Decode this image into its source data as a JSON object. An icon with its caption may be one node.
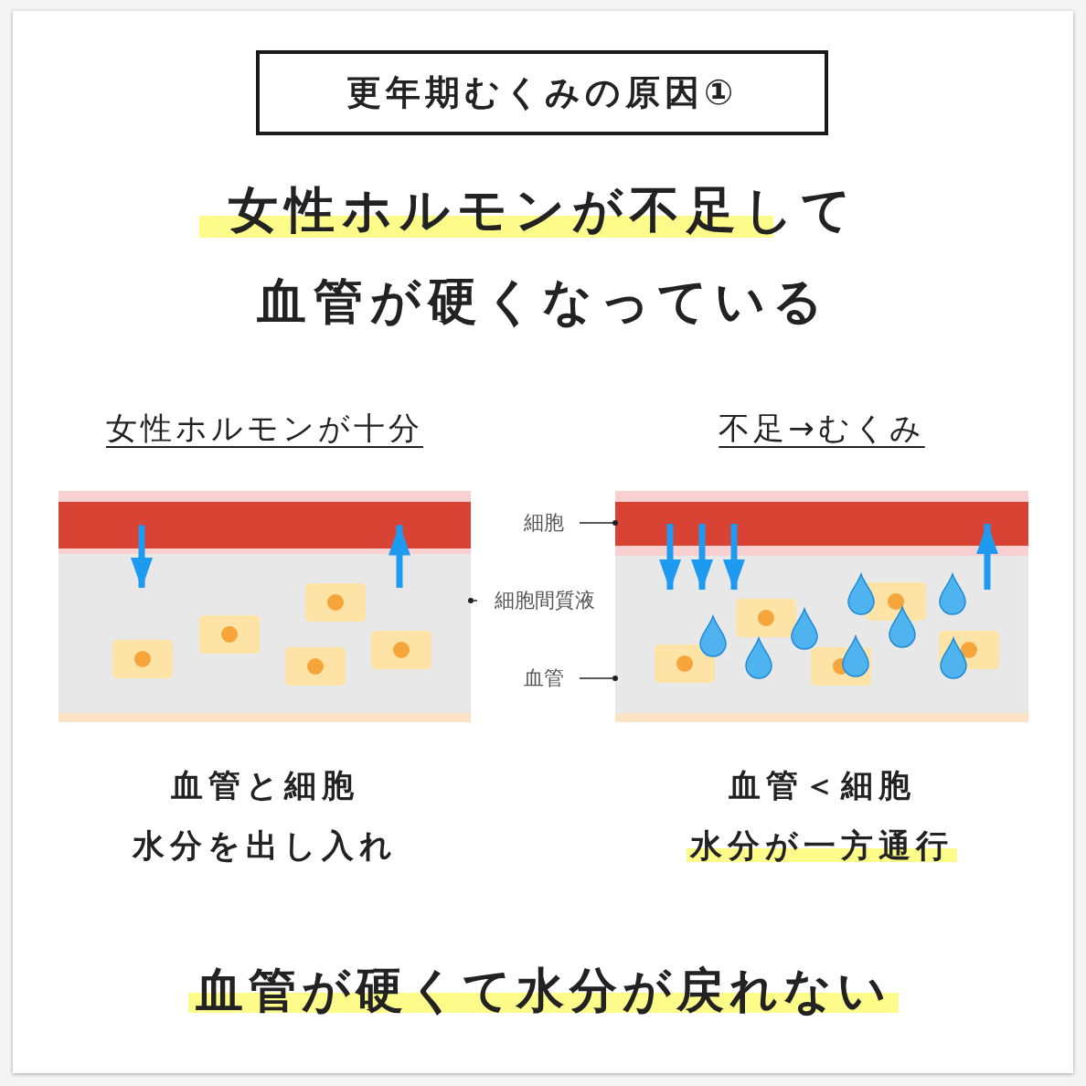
{
  "diagram": {
    "title": "女性ホルモンが不足して血管が硬くなっている",
    "caption": "血管が硬くて水分が戻れない",
    "nodes": [
      {
        "text": [
          "更年期むくみの原因①"
        ]
      },
      {
        "text": [
          "女性ホルモンが十分"
        ],
        "beside": [
          "血管と細胞",
          "水分を出し入れ"
        ]
      },
      {
        "text": [
          "不足→むくみ"
        ],
        "beside": [
          "血管＜細胞",
          "水分が一方通行"
        ]
      },
      {
        "text": [
          "細胞"
        ]
      },
      {
        "text": [],
        "shape": "bar",
        "in": 2
      },
      {
        "text": [
          "細胞間質液"
        ]
      },
      {
        "text": [],
        "shape": "box",
        "in": 1
      },
      {
        "text": [
          "血管"
        ]
      },
      {
        "text": [],
        "shape": "box",
        "in": 2
      },
      {
        "text": [],
        "shape": "bar",
        "in": 1
      }
    ],
    "edges": [
      {
        "from": 3,
        "to": 4,
        "arrow": "other",
        "color": "#222222"
      },
      {
        "from": 5,
        "to": 6,
        "arrow": "other",
        "color": "#222222"
      },
      {
        "from": 7,
        "to": 8,
        "arrow": "other",
        "color": "#222222"
      },
      {
        "from": 9,
        "to": 6,
        "arrow": "to"
      },
      {
        "from": 6,
        "to": 9,
        "arrow": "to"
      },
      {
        "from": 4,
        "to": 8,
        "arrow": "to"
      },
      {
        "from": 4,
        "to": 8,
        "arrow": "to"
      },
      {
        "from": 4,
        "to": 8,
        "arrow": "to"
      },
      {
        "from": 8,
        "to": 4,
        "arrow": "to"
      }
    ]
  }
}
